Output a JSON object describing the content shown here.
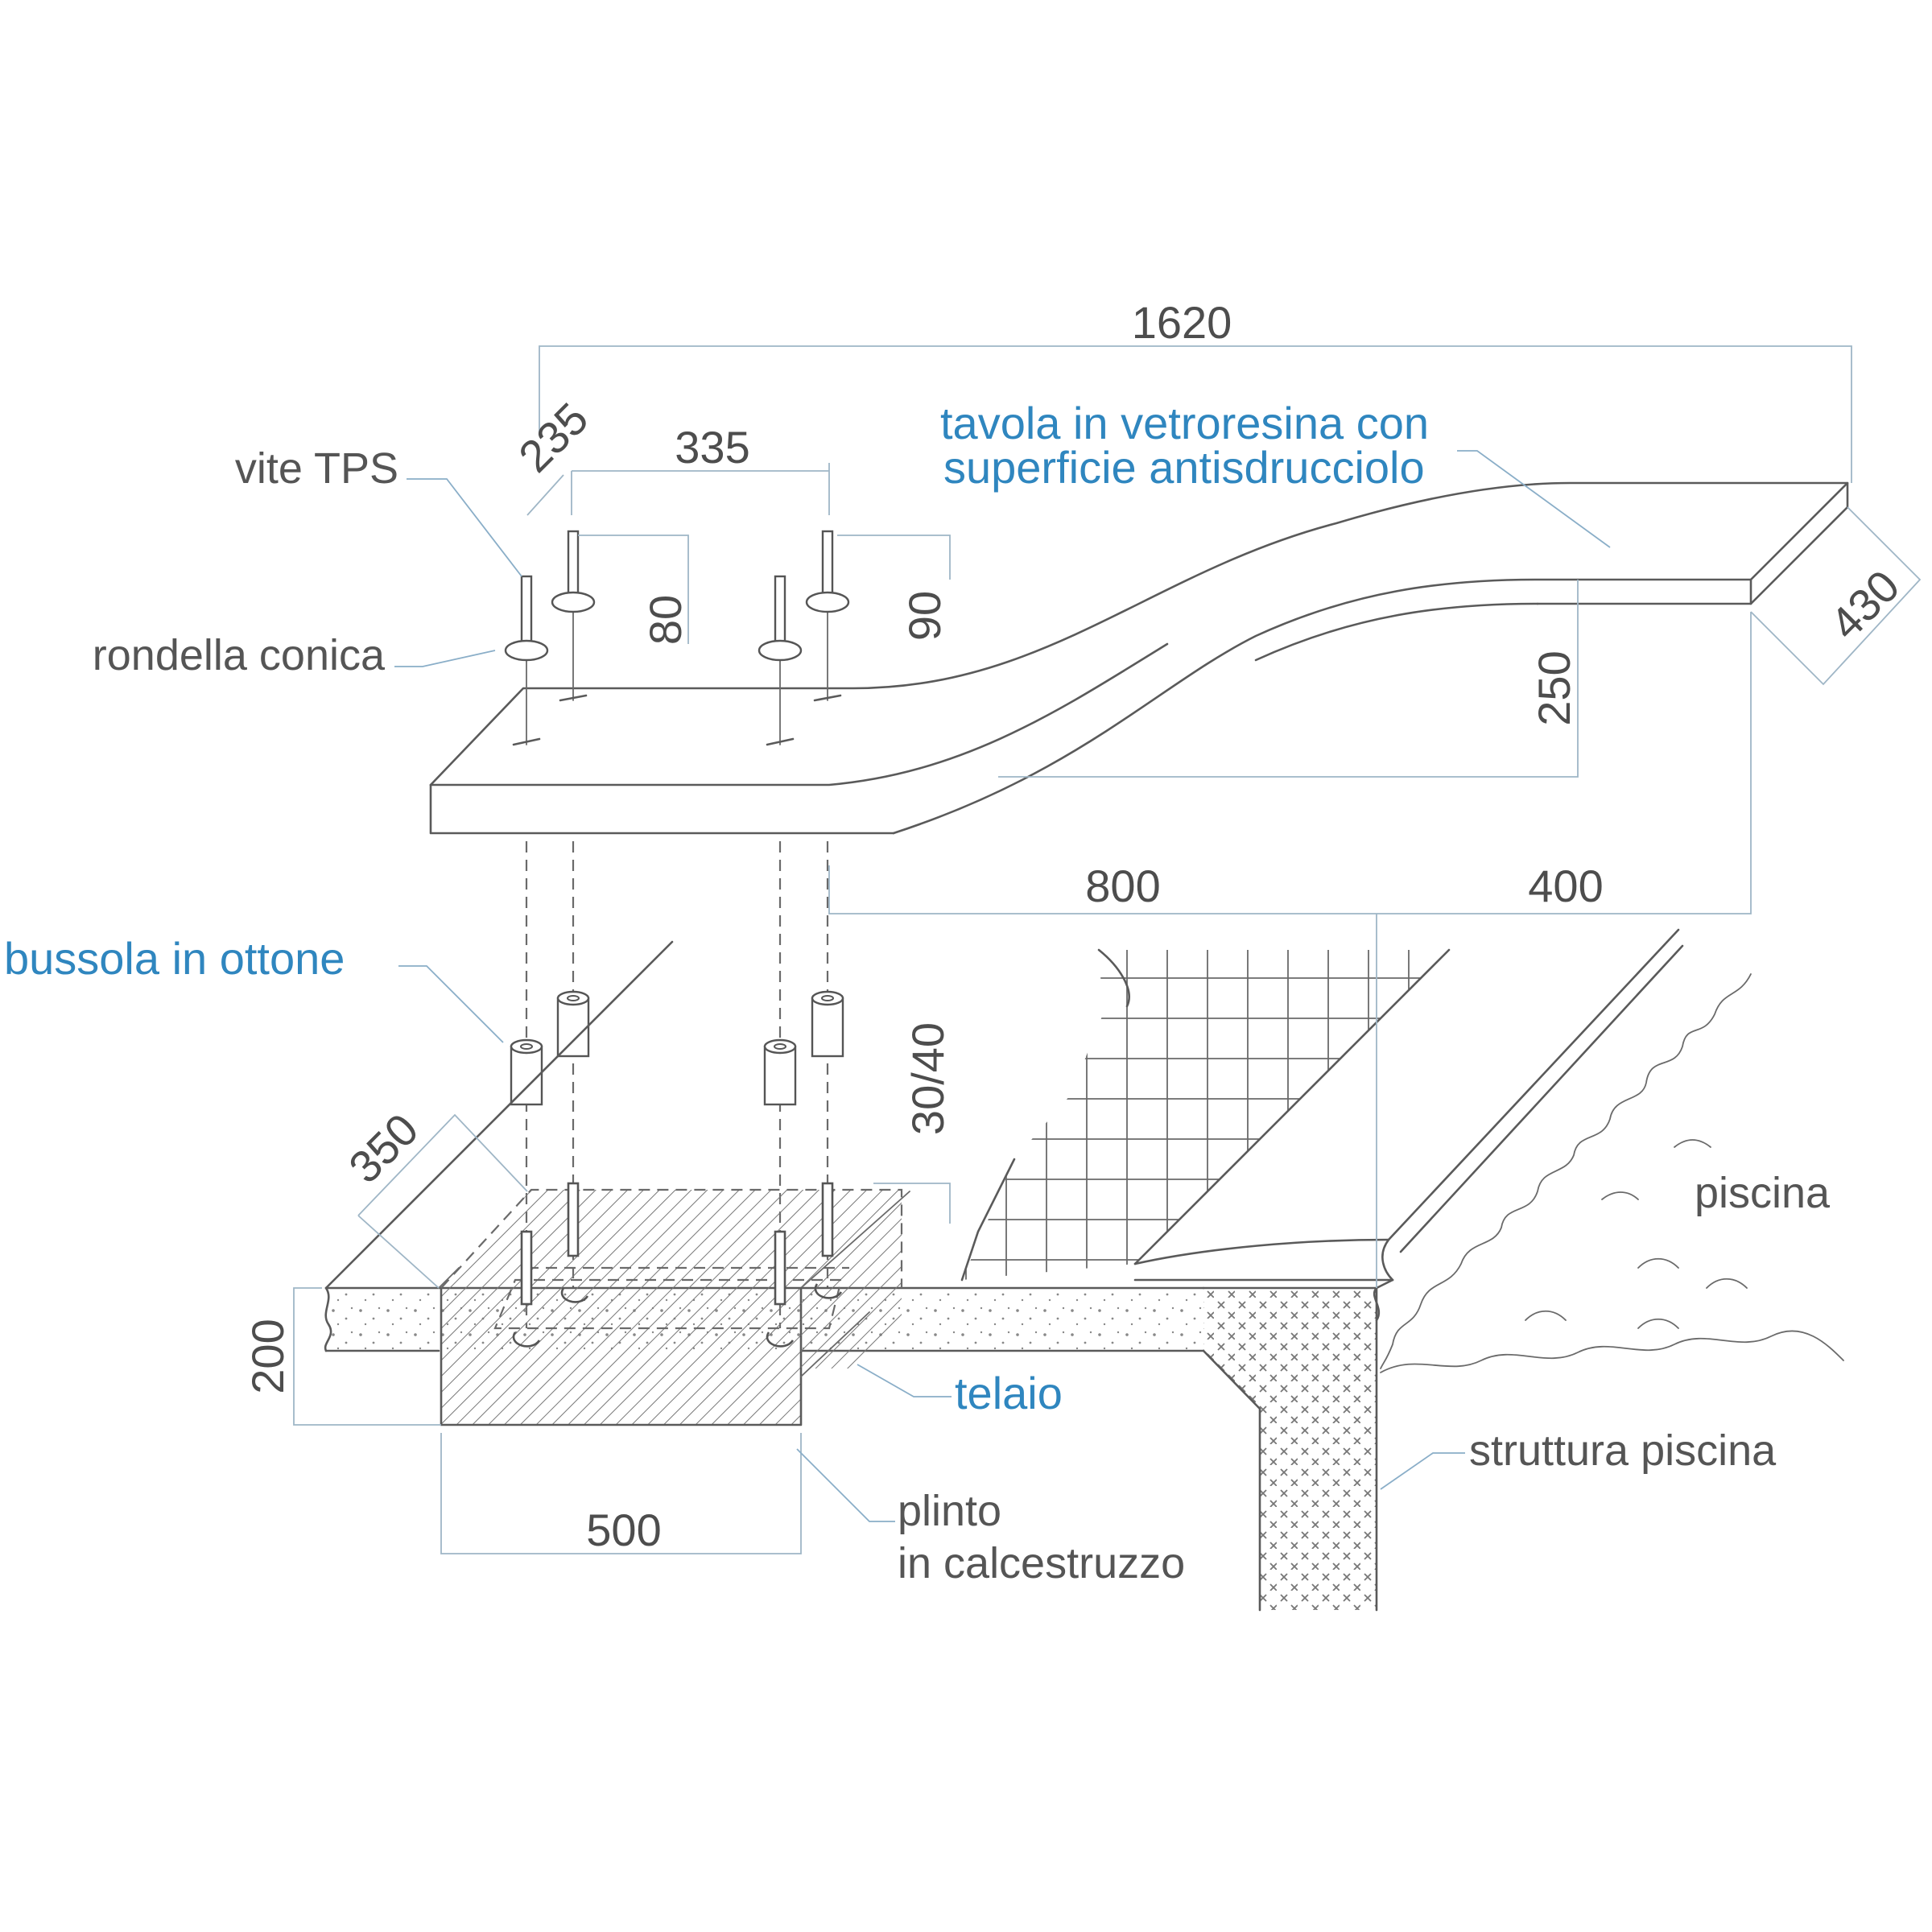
{
  "colors": {
    "label_blue": "#2f86bf",
    "line": "#5a5a5a",
    "dimension": "#9fb6c6"
  },
  "dimensions": {
    "d1620": "1620",
    "d235": "235",
    "d335": "335",
    "d80": "80",
    "d90": "90",
    "d250": "250",
    "d430": "430",
    "d800": "800",
    "d400": "400",
    "d350": "350",
    "d3040": "30/40",
    "d200": "200",
    "d500": "500"
  },
  "labels": {
    "vite_tps": "vite TPS",
    "rondella_conica": "rondella conica",
    "tavola_line1": "tavola in vetroresina con",
    "tavola_line2": "superficie antisdrucciolo",
    "bussola": "bussola in ottone",
    "piscina": "piscina",
    "telaio": "telaio",
    "struttura": "struttura piscina",
    "plinto_line1": "plinto",
    "plinto_line2": "in calcestruzzo"
  }
}
